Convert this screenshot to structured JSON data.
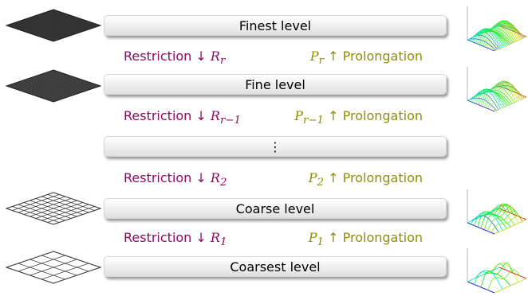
{
  "levels": [
    {
      "label": "Finest level"
    },
    {
      "label": "Fine level"
    },
    {
      "label": "⋮"
    },
    {
      "label": "Coarse level"
    },
    {
      "label": "Coarsest level"
    }
  ],
  "transfers": [
    {
      "restriction_text": "Restriction",
      "restriction_symbol": "R",
      "restriction_sub": "r",
      "prolongation_symbol": "P",
      "prolongation_sub": "r",
      "prolongation_text": "Prolongation"
    },
    {
      "restriction_text": "Restriction",
      "restriction_symbol": "R",
      "restriction_sub": "r−1",
      "prolongation_symbol": "P",
      "prolongation_sub": "r−1",
      "prolongation_text": "Prolongation"
    },
    {
      "restriction_text": "Restriction",
      "restriction_symbol": "R",
      "restriction_sub": "2",
      "prolongation_symbol": "P",
      "prolongation_sub": "2",
      "prolongation_text": "Prolongation"
    },
    {
      "restriction_text": "Restriction",
      "restriction_symbol": "R",
      "restriction_sub": "1",
      "prolongation_symbol": "P",
      "prolongation_sub": "1",
      "prolongation_text": "Prolongation"
    }
  ],
  "arrows": {
    "down": "↓",
    "up": "↑"
  },
  "colors": {
    "restriction": "#8b0c63",
    "prolongation": "#8f8f00",
    "grid_fine": "#222222",
    "grid_coarse": "#444444"
  },
  "grid_icons": [
    {
      "name": "finest-grid-icon",
      "cells": 48
    },
    {
      "name": "fine-grid-icon",
      "cells": 28
    },
    {
      "name": "coarse-grid-icon",
      "cells": 8
    },
    {
      "name": "coarsest-grid-icon",
      "cells": 4
    }
  ],
  "surface_icons": [
    {
      "name": "finest-surface-plot-icon",
      "lines": 22
    },
    {
      "name": "fine-surface-plot-icon",
      "lines": 16
    },
    {
      "name": "coarse-surface-plot-icon",
      "lines": 8
    },
    {
      "name": "coarsest-surface-plot-icon",
      "lines": 4
    }
  ]
}
